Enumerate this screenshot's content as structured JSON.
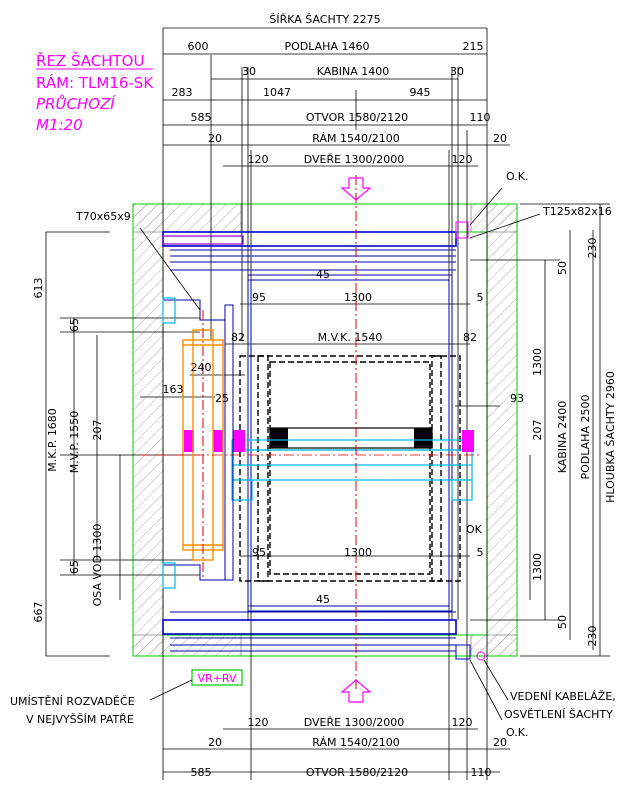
{
  "title": {
    "line1": "ŘEZ ŠACHTOU",
    "line2": "RÁM: TLM16-SK",
    "line3": "PRŮCHOZÍ",
    "line4": "M1:20"
  },
  "top_dims": {
    "shaft_width": "ŠÍŘKA ŠACHTY 2275",
    "left_600": "600",
    "floor": "PODLAHA 1460",
    "right_215": "215",
    "cab_30_left": "30",
    "cabin": "KABINA 1400",
    "cab_30_right": "30",
    "d283": "283",
    "d1047": "1047",
    "d945": "945",
    "d585": "585",
    "opening": "OTVOR 1580/2120",
    "d110": "110",
    "d20_left": "20",
    "frame": "RÁM 1540/2100",
    "d20_right": "20",
    "d120_left": "120",
    "doors": "DVEŘE 1300/2000",
    "d120_right": "120"
  },
  "bottom_dims": {
    "d120_left": "120",
    "doors": "DVEŘE 1300/2000",
    "d120_right": "120",
    "d20_left": "20",
    "frame": "RÁM 1540/2100",
    "d20_right": "20",
    "d585": "585",
    "opening": "OTVOR 1580/2120",
    "d110": "110"
  },
  "interior_dims": {
    "d45_top": "45",
    "d95_top": "95",
    "d1300_top": "1300",
    "d5_top": "5",
    "mvk": "M.V.K. 1540",
    "d82_left": "82",
    "d82_right": "82",
    "d240": "240",
    "d163": "163",
    "d25": "25",
    "d93": "93",
    "d207_left": "207",
    "d207_right": "207",
    "d95_bottom": "95",
    "d1300_bottom": "1300",
    "d5_bottom": "5",
    "d45_bottom": "45",
    "ok_mid": "OK"
  },
  "left_dims": {
    "d613": "613",
    "d65_top": "65",
    "mkp": "M.K.P. 1680",
    "mvp": "M.V.P. 1550",
    "osa": "OSA VOD 1300",
    "d65_bottom": "65",
    "d667": "667"
  },
  "right_dims": {
    "d50_top": "50",
    "d1300_top": "1300",
    "cabin": "KABINA 2400",
    "floor": "PODLAHA 2500",
    "depth": "HLOUBKA ŠACHTY 2960",
    "d207": "207",
    "d1300_bottom": "1300",
    "d50_bottom": "50",
    "d230_top": "230",
    "d230_bottom": "230"
  },
  "labels": {
    "t70": "T70x65x9",
    "ok_top": "O.K.",
    "t125": "T125x82x16",
    "vr_rv": "VR+RV",
    "switchboard1": "UMÍSTĚNÍ ROZVADĚČE",
    "switchboard2": "V NEJVYŠŠÍM PATŘE",
    "cabling1": "VEDENÍ KABELÁŽE,",
    "cabling2": "OSVĚTLENÍ ŠACHTY",
    "ok_bottom": "O.K."
  },
  "colors": {
    "magenta": "#ff00ff",
    "blue": "#0000aa",
    "green": "#00cc00",
    "cyan": "#00b8e6",
    "orange": "#ff8c00",
    "red": "#e00000"
  }
}
